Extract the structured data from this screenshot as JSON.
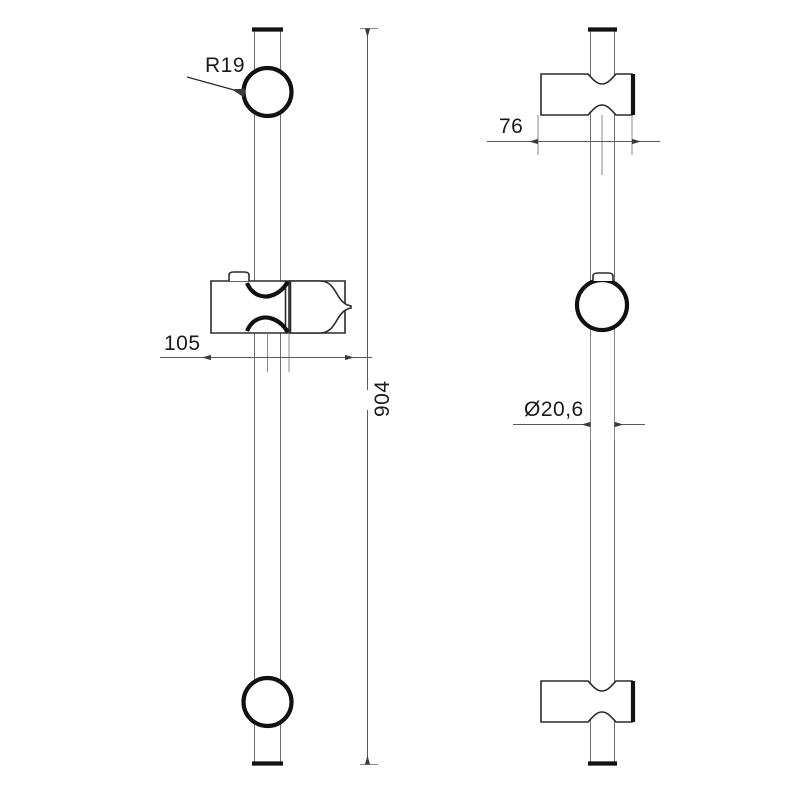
{
  "drawing": {
    "title": "Shower slide rail technical drawing",
    "background_color": "#ffffff",
    "line_color": "#2b2b2b",
    "thin_line_color": "#6e6e6e",
    "dimension_color": "#5a5a5a",
    "text_color": "#1a1a1a"
  },
  "dimensions": {
    "radius_top": "R19",
    "bracket_offset": "105",
    "overall_length": "904",
    "wall_projection": "76",
    "rod_diameter": "Ø20,6"
  },
  "views": {
    "front": {
      "name": "front-view",
      "rod_label": "slide-rail-rod",
      "top_ring_label": "top-mounting-ring",
      "bottom_ring_label": "bottom-mounting-ring",
      "slider_label": "handset-holder-slider"
    },
    "side": {
      "name": "side-view",
      "rod_label": "slide-rail-rod",
      "top_bracket_label": "top-wall-bracket",
      "bottom_bracket_label": "bottom-wall-bracket",
      "ring_label": "slider-ring"
    }
  }
}
